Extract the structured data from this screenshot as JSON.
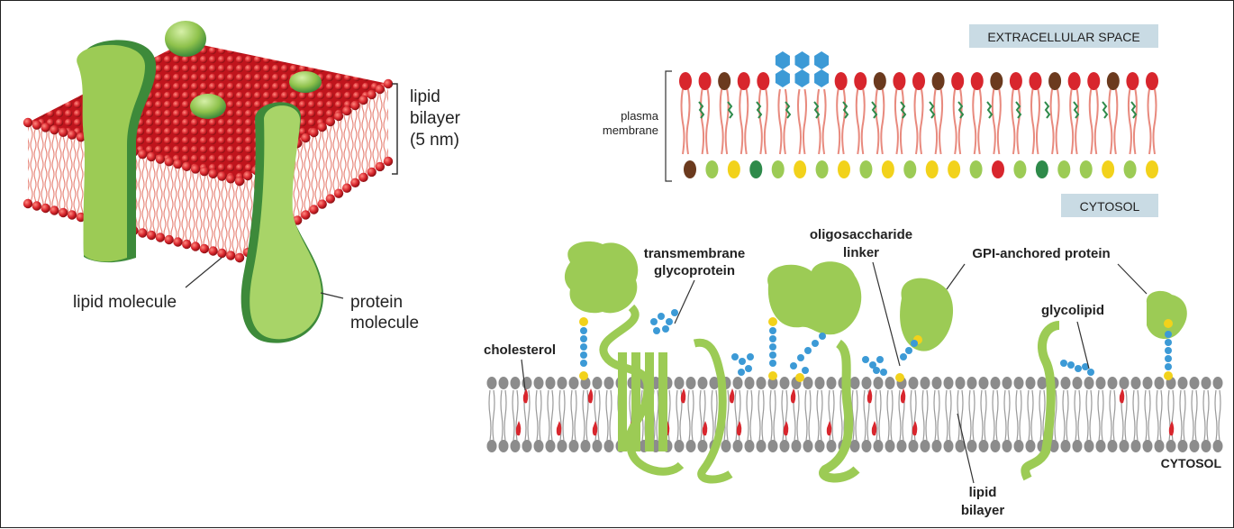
{
  "left_panel": {
    "bilayer_label": [
      "lipid",
      "bilayer",
      "(5 nm)"
    ],
    "lipid_molecule_label": "lipid molecule",
    "protein_molecule_label": [
      "protein",
      "molecule"
    ]
  },
  "top_right_panel": {
    "extracellular_label": "EXTRACELLULAR SPACE",
    "cytosol_label": "CYTOSOL",
    "plasma_membrane_label": [
      "plasma",
      "membrane"
    ],
    "outer_head_colors": [
      "red",
      "red",
      "brown",
      "red",
      "red",
      "blue",
      "blue",
      "blue",
      "red",
      "red",
      "brown",
      "red",
      "red",
      "brown",
      "red",
      "red",
      "brown",
      "red",
      "red",
      "brown",
      "red",
      "red",
      "brown",
      "red",
      "red"
    ],
    "inner_head_colors": [
      "brown",
      "green",
      "yellow",
      "darkgreen",
      "green",
      "yellow",
      "green",
      "yellow",
      "green",
      "yellow",
      "green",
      "yellow",
      "yellow",
      "green",
      "red",
      "green",
      "darkgreen",
      "green",
      "green",
      "yellow",
      "green",
      "yellow"
    ]
  },
  "bottom_panel": {
    "transmembrane_glycoprotein_label": [
      "transmembrane",
      "glycoprotein"
    ],
    "oligosaccharide_linker_label": [
      "oligosaccharide",
      "linker"
    ],
    "gpi_anchored_protein_label": "GPI-anchored protein",
    "cholesterol_label": "cholesterol",
    "glycolipid_label": "glycolipid",
    "cytosol_label": "CYTOSOL",
    "lipid_bilayer_label": [
      "lipid",
      "bilayer"
    ]
  },
  "colors": {
    "lipid_head_red": "#d8262d",
    "protein_green": "#9ccb55",
    "protein_dark_green": "#3d8a3a",
    "sugar_blue": "#3c9ad6",
    "yellow": "#f2d21b",
    "brown": "#6b3a1e",
    "gray_head": "#8c8c8c",
    "label_box": "#c9dbe4"
  }
}
